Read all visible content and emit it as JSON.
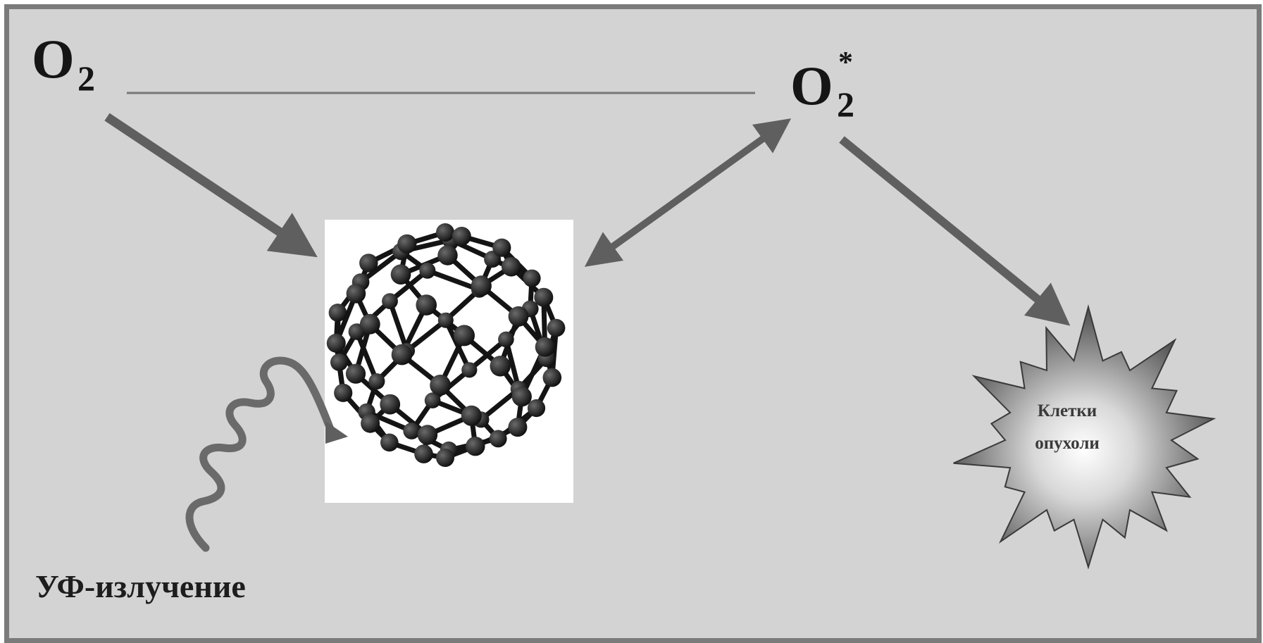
{
  "labels": {
    "oxygen": {
      "symbol": "O",
      "subscript": "2"
    },
    "excited_oxygen": {
      "symbol": "O",
      "subscript": "2",
      "superscript": "*"
    },
    "uv_radiation": "УФ-излучение",
    "tumor_cells_line1": "Клетки",
    "tumor_cells_line2": "опухоли"
  },
  "colors": {
    "background": "#d3d3d3",
    "frame": "#7b7b7b",
    "arrow": "#5f5f5f",
    "molecule": "#141414",
    "molecule_box": "#ffffff"
  },
  "icons": {
    "molecule": "fullerene-c60-icon",
    "radiation": "uv-wave-icon",
    "target": "tumor-starburst-icon"
  }
}
